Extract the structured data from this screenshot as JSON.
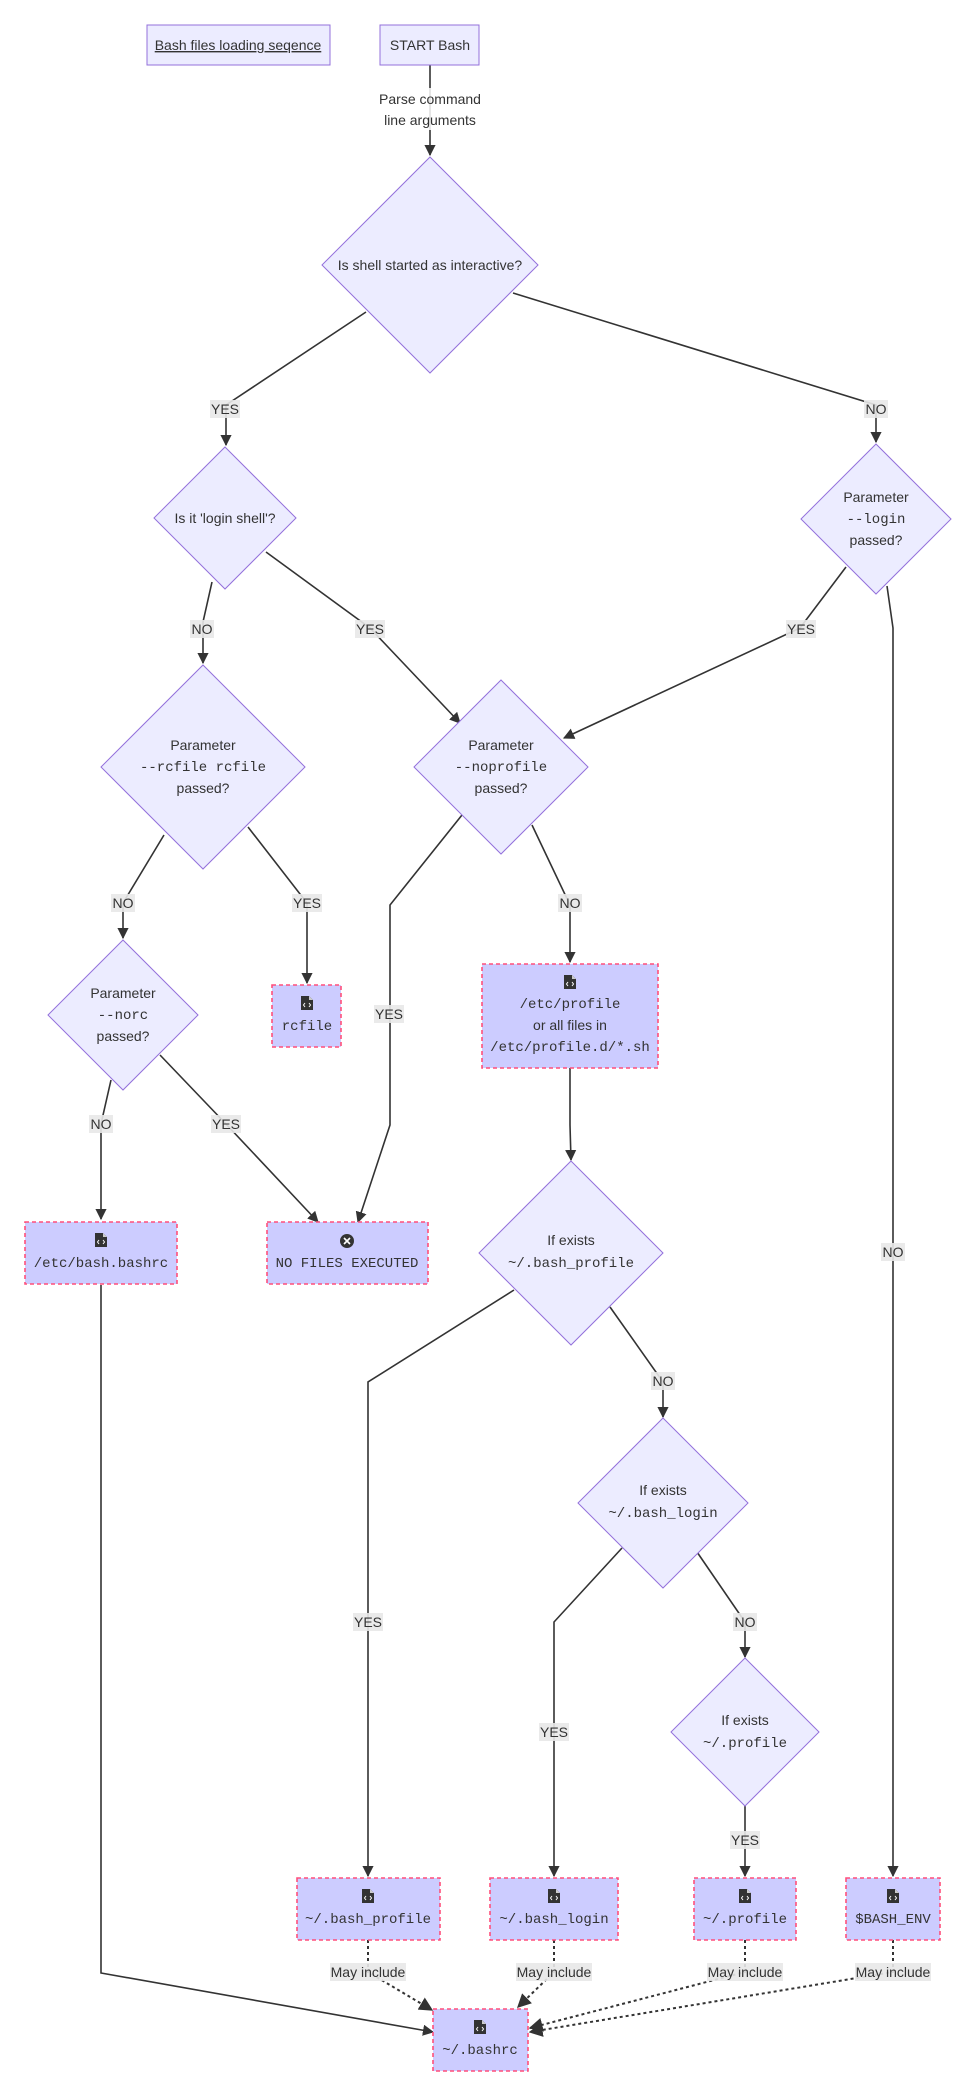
{
  "nodes": {
    "title_link": "Bash files loading seqence",
    "start": "START Bash",
    "parse": [
      "Parse command",
      "line arguments"
    ],
    "interactive_q": "Is shell started as interactive?",
    "login_shell_q": "Is it 'login shell'?",
    "login_param_q": [
      "Parameter",
      "--login",
      "passed?"
    ],
    "rcfile_q": [
      "Parameter",
      "--rcfile rcfile",
      "passed?"
    ],
    "noprofile_q": [
      "Parameter",
      "--noprofile",
      "passed?"
    ],
    "norc_q": [
      "Parameter",
      "--norc",
      "passed?"
    ],
    "rcfile_file": "rcfile",
    "etc_profile": [
      "/etc/profile",
      "or all files in",
      "/etc/profile.d/*.sh"
    ],
    "bash_bashrc": "/etc/bash.bashrc",
    "no_files": "NO FILES EXECUTED",
    "bash_profile_q": [
      "If exists",
      "~/.bash_profile"
    ],
    "bash_login_q": [
      "If exists",
      "~/.bash_login"
    ],
    "profile_q": [
      "If exists",
      "~/.profile"
    ],
    "bash_profile_file": "~/.bash_profile",
    "bash_login_file": "~/.bash_login",
    "profile_file": "~/.profile",
    "bash_env_file": "$BASH_ENV",
    "bashrc_file": "~/.bashrc"
  },
  "edge_labels": {
    "yes": "YES",
    "no": "NO",
    "may_include": "May include"
  },
  "icons": {
    "file": "file-code-icon",
    "no_files": "times-circle-icon"
  },
  "colors": {
    "node_fill": "#ececff",
    "node_stroke": "#9370db",
    "file_fill": "#ccccff",
    "file_stroke": "#ff4f7b",
    "edge": "#333333"
  }
}
